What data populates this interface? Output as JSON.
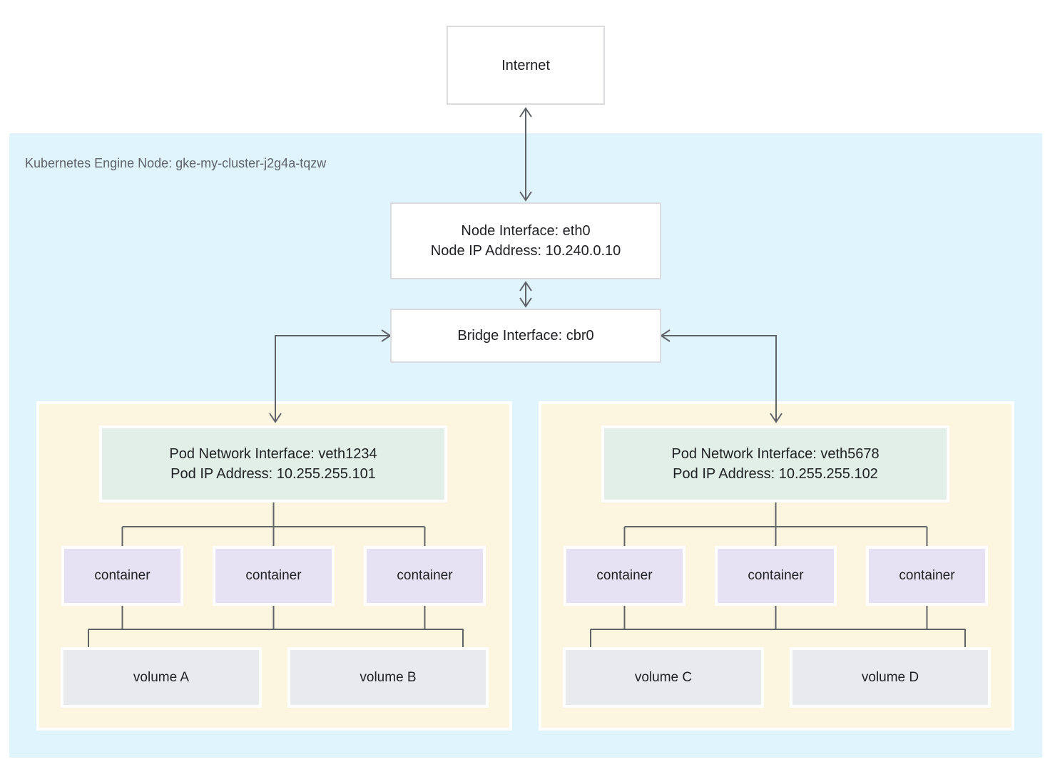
{
  "internet": {
    "label": "Internet"
  },
  "node": {
    "label": "Kubernetes Engine Node: gke-my-cluster-j2g4a-tqzw",
    "interface": {
      "line1": "Node Interface: eth0",
      "line2": "Node IP Address: 10.240.0.10"
    },
    "bridge": {
      "label": "Bridge Interface: cbr0"
    }
  },
  "pods": [
    {
      "interface": {
        "line1": "Pod Network Interface: veth1234",
        "line2": "Pod IP Address: 10.255.255.101"
      },
      "containers": [
        "container",
        "container",
        "container"
      ],
      "volumes": [
        "volume A",
        "volume B"
      ]
    },
    {
      "interface": {
        "line1": "Pod Network Interface: veth5678",
        "line2": "Pod IP Address: 10.255.255.102"
      },
      "containers": [
        "container",
        "container",
        "container"
      ],
      "volumes": [
        "volume C",
        "volume D"
      ]
    }
  ],
  "colors": {
    "canvas-bg": "#ffffff",
    "node-bg": "#dff4fd",
    "pod-bg": "#fcf6e1",
    "interface-bg": "#e2efe8",
    "container-bg": "#e6e2f4",
    "volume-bg": "#e8eaed",
    "box-border": "#dadce0",
    "line-color": "#5f6368",
    "text-color": "#202124",
    "muted-text": "#5f6368"
  }
}
